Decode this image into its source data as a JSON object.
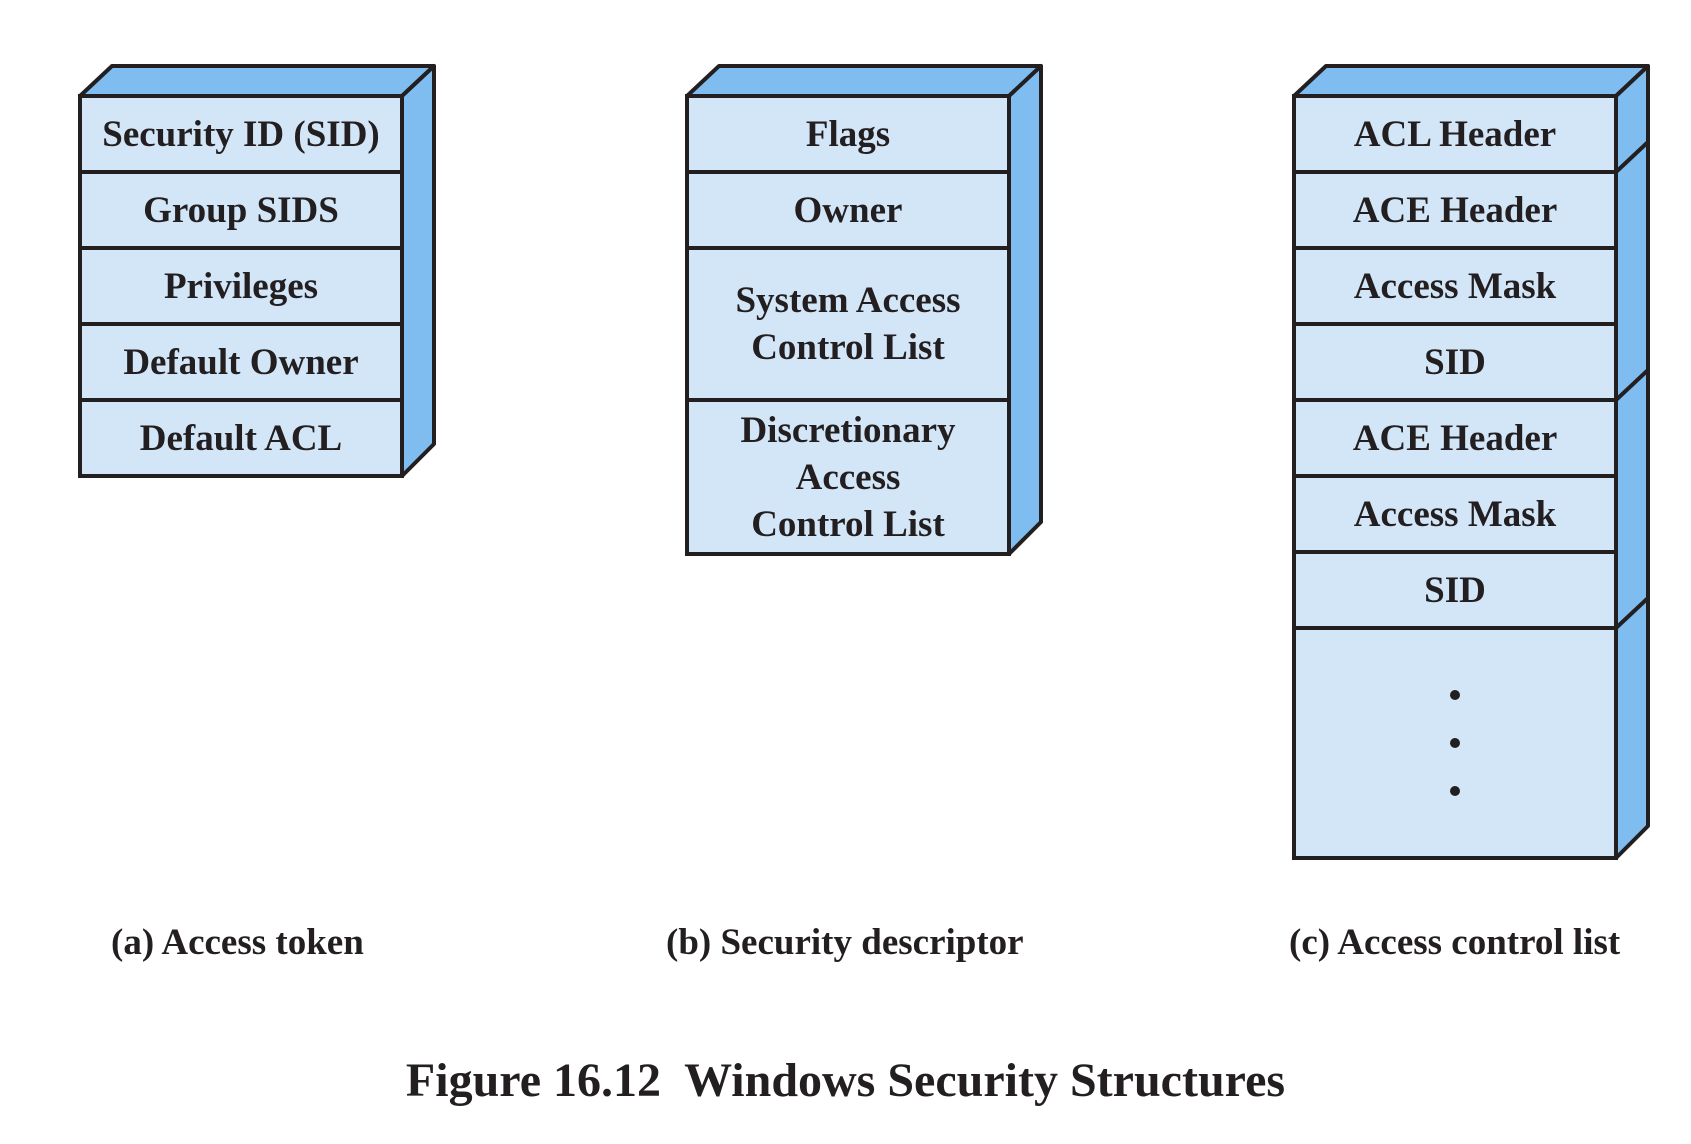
{
  "colors": {
    "face": "#d3e6f8",
    "side": "#7fbdf0",
    "top": "#7fbdf0",
    "outline": "#231f20"
  },
  "access_token": {
    "fields": [
      "Security ID (SID)",
      "Group SIDS",
      "Privileges",
      "Default Owner",
      "Default ACL"
    ],
    "caption": "(a) Access token"
  },
  "security_descriptor": {
    "fields": [
      "Flags",
      "Owner",
      "System Access\nControl List",
      "Discretionary\nAccess\nControl List"
    ],
    "caption": "(b) Security descriptor"
  },
  "access_control_list": {
    "fields": [
      "ACL Header",
      "ACE Header",
      "Access Mask",
      "SID",
      "ACE Header",
      "Access Mask",
      "SID"
    ],
    "continuation_icon": "vertical-ellipsis",
    "caption": "(c) Access control list"
  },
  "figure_title": "Figure 16.12  Windows Security Structures"
}
